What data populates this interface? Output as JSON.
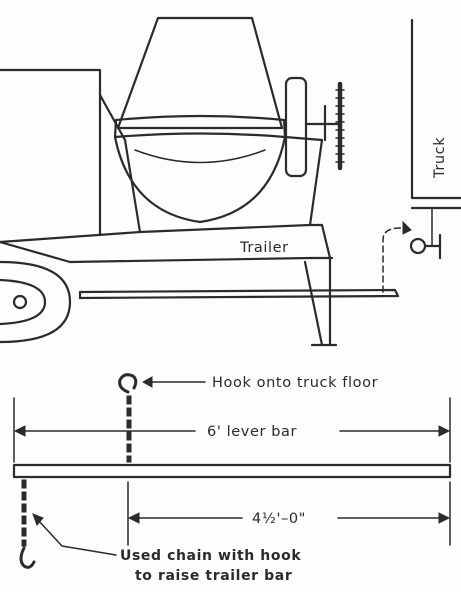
{
  "labels": {
    "truck": "Truck",
    "trailer": "Trailer",
    "hook_note": "Hook onto truck floor",
    "lever_bar": "6' lever bar",
    "offset_dimension": "4½'–0\"",
    "chain_note_line1": "Used chain with hook",
    "chain_note_line2": "to raise trailer bar"
  }
}
